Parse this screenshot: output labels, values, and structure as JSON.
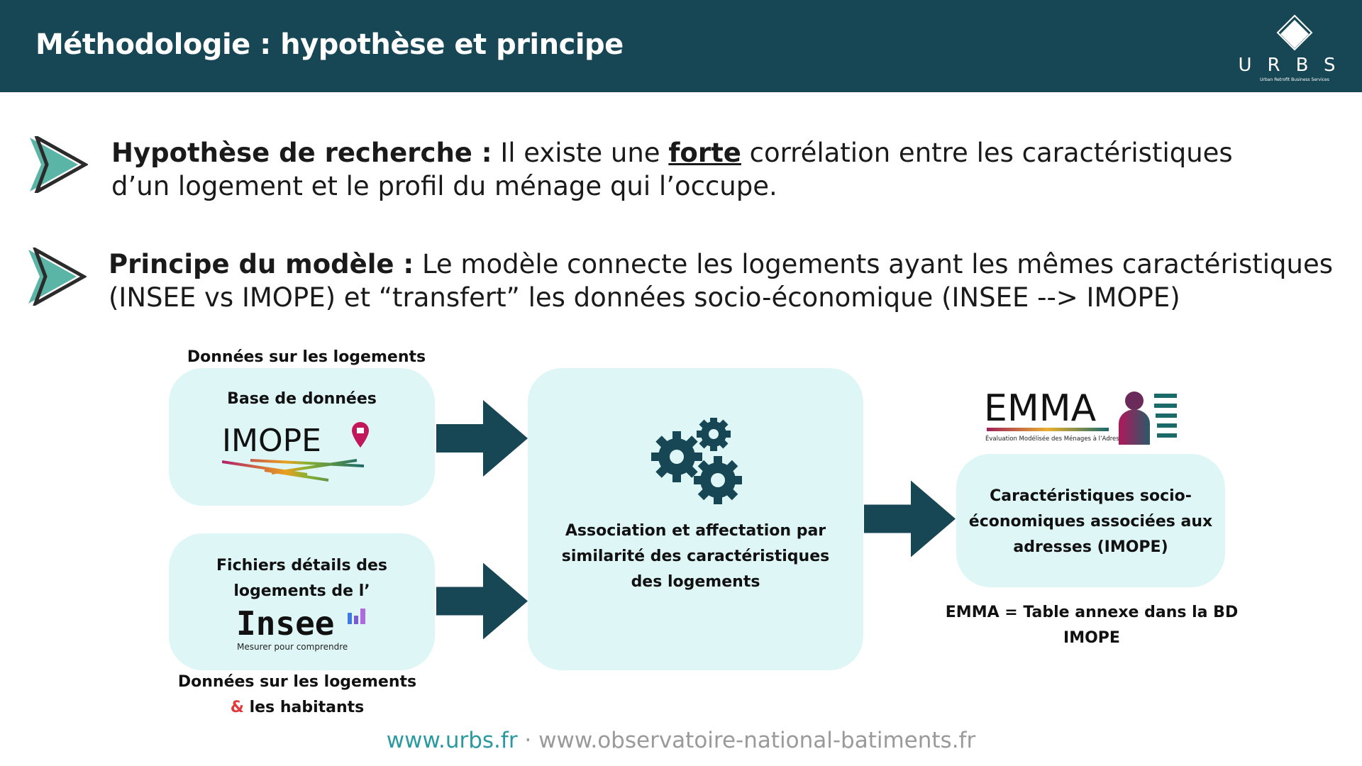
{
  "header": {
    "title": "Méthodologie : hypothèse et principe",
    "logo_letters": "URBS",
    "logo_tagline": "Urban Retrofit Business Services"
  },
  "hypothesis": {
    "label": "Hypothèse de recherche :",
    "text_before": " Il existe une ",
    "emphasis": "forte",
    "text_after": " corrélation entre les caractéristiques",
    "line2": "d’un logement et le profil du ménage qui l’occupe."
  },
  "principle": {
    "label": "Principe du modèle :",
    "text": " Le modèle connecte les logements ayant les mêmes caractéristiques",
    "line2": "(INSEE vs IMOPE) et “transfert” les données socio-économique (INSEE --> IMOPE)"
  },
  "diagram": {
    "top_label": "Données sur les logements",
    "imope_box": {
      "title": "Base de données",
      "logo": "IMOPE"
    },
    "insee_box": {
      "line1": "Fichiers détails des",
      "line2": "logements de l’",
      "logo": "Insee",
      "logo_tagline": "Mesurer pour comprendre"
    },
    "bottom_label": {
      "line1": "Données sur les logements",
      "amp": "&",
      "line2": " les habitants"
    },
    "center_box": {
      "line1": "Association et affectation par",
      "line2": "similarité des caractéristiques",
      "line3": "des logements"
    },
    "emma_logo": {
      "name": "EMMA",
      "tagline": "Évaluation Modélisée des Ménages à l’Adresse"
    },
    "result_box": {
      "line1": "Caractéristiques socio-",
      "line2": "économiques associées aux",
      "line3": "adresses (IMOPE)"
    },
    "emma_caption": "EMMA = Table annexe dans la BD IMOPE"
  },
  "footer": {
    "site1": "www.urbs.fr",
    "sep": " · ",
    "site2": "www.observatoire-national-batiments.fr"
  },
  "colors": {
    "header": "#174655",
    "box": "#dff6f6",
    "accent": "#5bb5a6",
    "link": "#2a9aa0"
  }
}
